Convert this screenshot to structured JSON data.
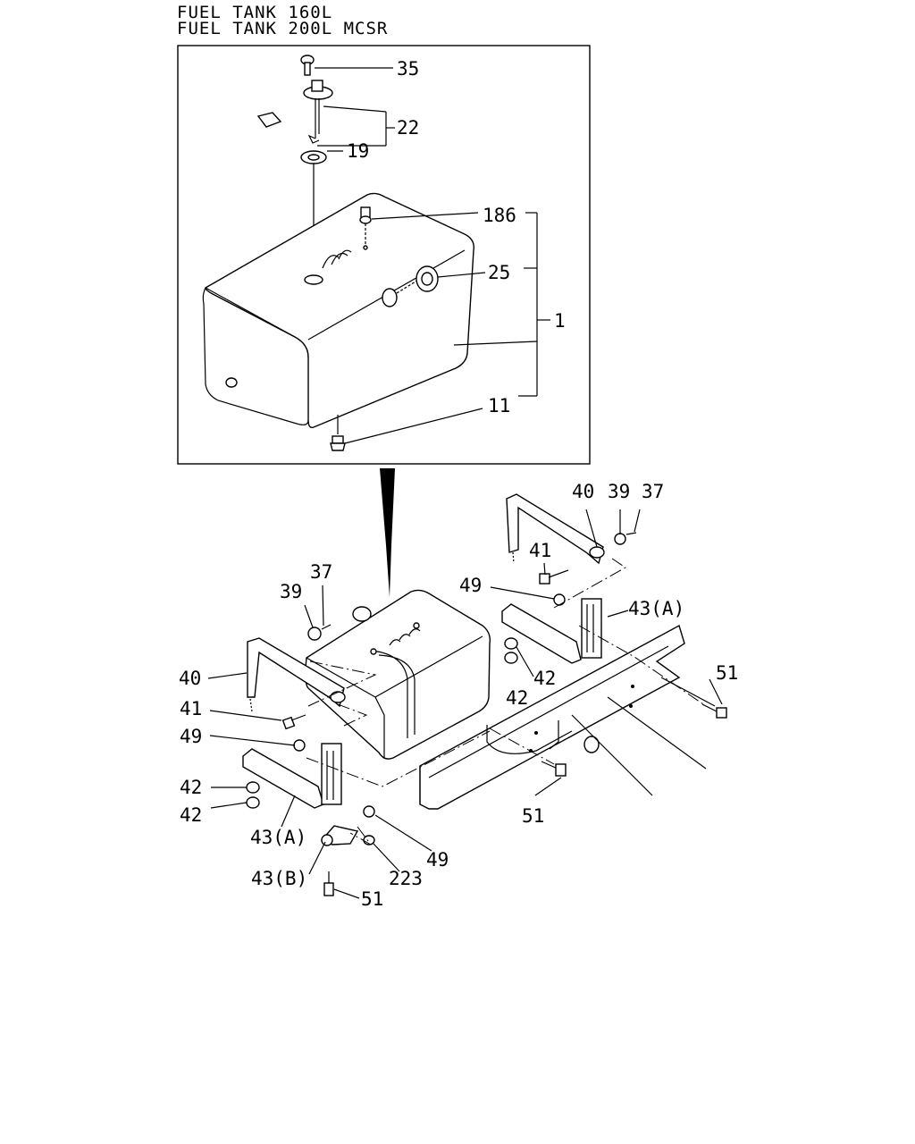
{
  "header": {
    "title_line1": "FUEL TANK 160L",
    "title_line2": "FUEL TANK 200L MCSR"
  },
  "callouts": {
    "c35": "35",
    "c22": "22",
    "c19": "19",
    "c186": "186",
    "c25": "25",
    "c1": "1",
    "c11": "11",
    "r40": "40",
    "r39": "39",
    "r37": "37",
    "r41": "41",
    "r49": "49",
    "r43a": "43(A)",
    "r42a": "42",
    "r42b": "42",
    "r51": "51",
    "l37": "37",
    "l39": "39",
    "l40": "40",
    "l41": "41",
    "l49": "49",
    "l42a": "42",
    "l42b": "42",
    "l43a": "43(A)",
    "m51": "51",
    "b49": "49",
    "b223": "223",
    "b43b": "43(B)",
    "b51": "51"
  }
}
